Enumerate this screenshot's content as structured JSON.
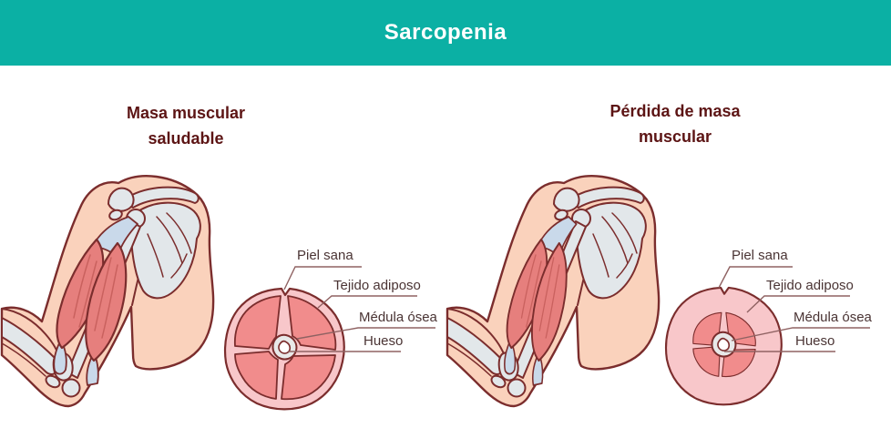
{
  "header": {
    "title": "Sarcopenia"
  },
  "panels": {
    "left": {
      "heading": "Masa muscular\nsaludable",
      "labels": {
        "skin": "Piel sana",
        "fat": "Tejido adiposo",
        "marrow": "Médula ósea",
        "bone": "Hueso"
      }
    },
    "right": {
      "heading": "Pérdida de masa\nmuscular",
      "labels": {
        "skin": "Piel sana",
        "fat": "Tejido adiposo",
        "marrow": "Médula ósea",
        "bone": "Hueso"
      }
    }
  },
  "colors": {
    "teal": "#0BB0A4",
    "titletext": "#FFFFFF",
    "maroon": "#5C1414",
    "labeltext": "#4A3434",
    "outline": "#7B2D2D",
    "skin": "#FAD2BC",
    "bonefill": "#E2E7EA",
    "muscle": "#E67F7D",
    "musclecross": "#F18C8C",
    "adipose": "#F8C7CA",
    "tendon": "#C9D9EA",
    "pointer": "#8F6262",
    "streak": "#C9615E",
    "marrow": "#FFFFFF",
    "bonecs": "#E8E8E8"
  }
}
